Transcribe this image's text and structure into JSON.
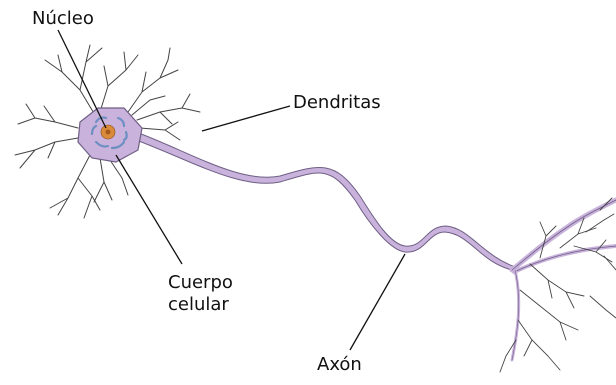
{
  "labels": {
    "nucleus": "Núcleo",
    "dendrites": "Dendritas",
    "cell_body_line1": "Cuerpo",
    "cell_body_line2": "celular",
    "axon": "Axón"
  },
  "colors": {
    "membrane": "#c9b3dc",
    "membrane_outline": "#6f5f85",
    "nucleus": "#d98a3a",
    "nucleus_center": "#a65a1a",
    "organelles": "#6e8fc2",
    "dendrite_stroke": "#444444",
    "leader_line": "#111111"
  }
}
